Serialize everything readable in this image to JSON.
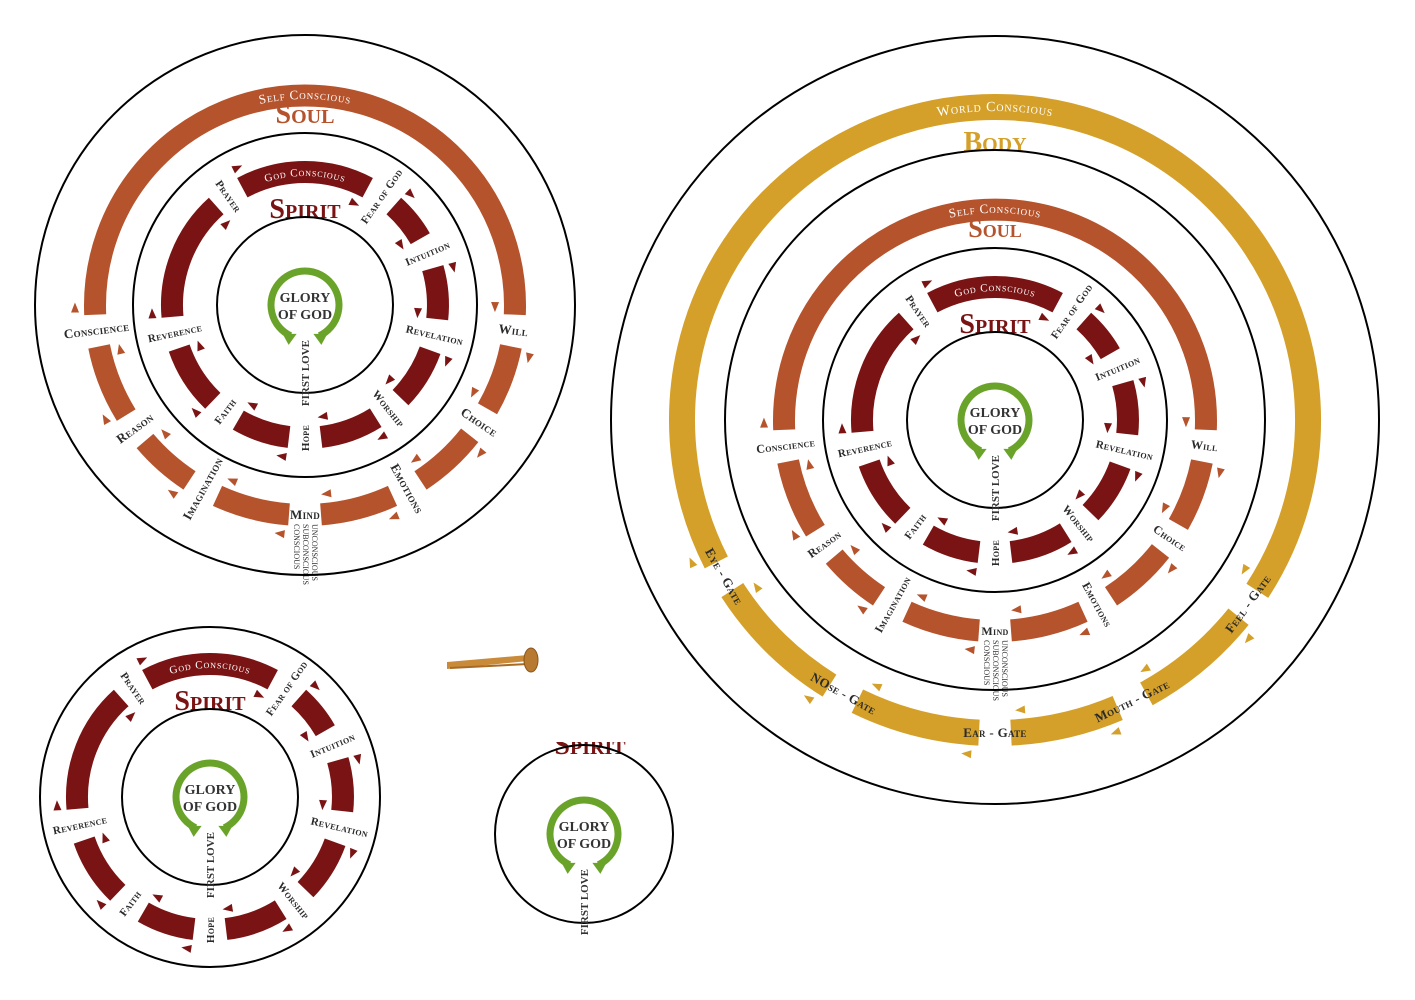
{
  "colors": {
    "body": "#d4a02a",
    "soul": "#b5532c",
    "spirit": "#7a1414",
    "glory": "#6aa329",
    "ring": "#000000"
  },
  "body": {
    "title": "Body",
    "subtitle": "World Conscious",
    "items": [
      "Feel - Gate",
      "Mouth - Gate",
      "Ear - Gate",
      "NOse - Gate",
      "Eye - Gate"
    ]
  },
  "soul": {
    "title": "Soul",
    "subtitle": "Self Conscious",
    "items": [
      "Will",
      "Choice",
      "Emotions",
      "Mind",
      "Imagination",
      "Reason",
      "Conscience"
    ],
    "mind_sub": [
      "Conscious",
      "Subconscious",
      "Unconscious"
    ]
  },
  "spirit": {
    "title": "Spirit",
    "subtitle": "God Conscious",
    "items": [
      "Fear of God",
      "Intuition",
      "Revelation",
      "Worship",
      "Hope",
      "Faith",
      "Reverence",
      "Prayer"
    ]
  },
  "center": {
    "line1": "Glory",
    "line2": "of God",
    "stem": "First Love"
  }
}
